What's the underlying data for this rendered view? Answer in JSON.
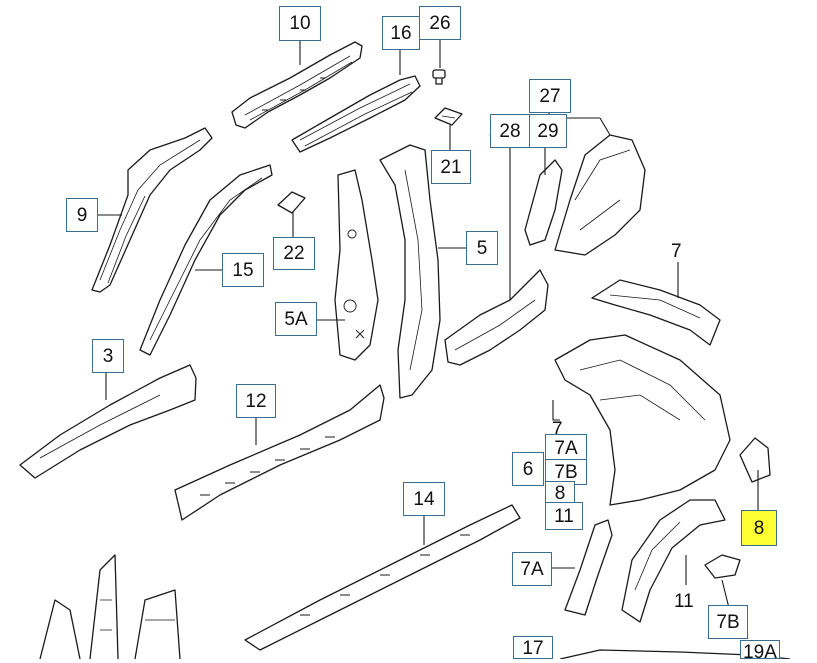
{
  "callouts": {
    "c10": "10",
    "c16": "16",
    "c26": "26",
    "c21": "21",
    "c27": "27",
    "c28": "28",
    "c29": "29",
    "c9": "9",
    "c15": "15",
    "c22": "22",
    "c5": "5",
    "c5a": "5A",
    "c7_top": "7",
    "c3": "3",
    "c12": "12",
    "c7_group": "7",
    "c7a_group": "7A",
    "c6": "6",
    "c7b_group": "7B",
    "c8_group": "8",
    "c11_group": "11",
    "c8_hl": "8",
    "c14": "14",
    "c7a": "7A",
    "c11": "11",
    "c7b": "7B",
    "c17": "17",
    "c19a": "19A"
  },
  "colors": {
    "label_border": "#3b6e8f",
    "highlight": "#ffff33",
    "line": "#1a1a1a"
  }
}
